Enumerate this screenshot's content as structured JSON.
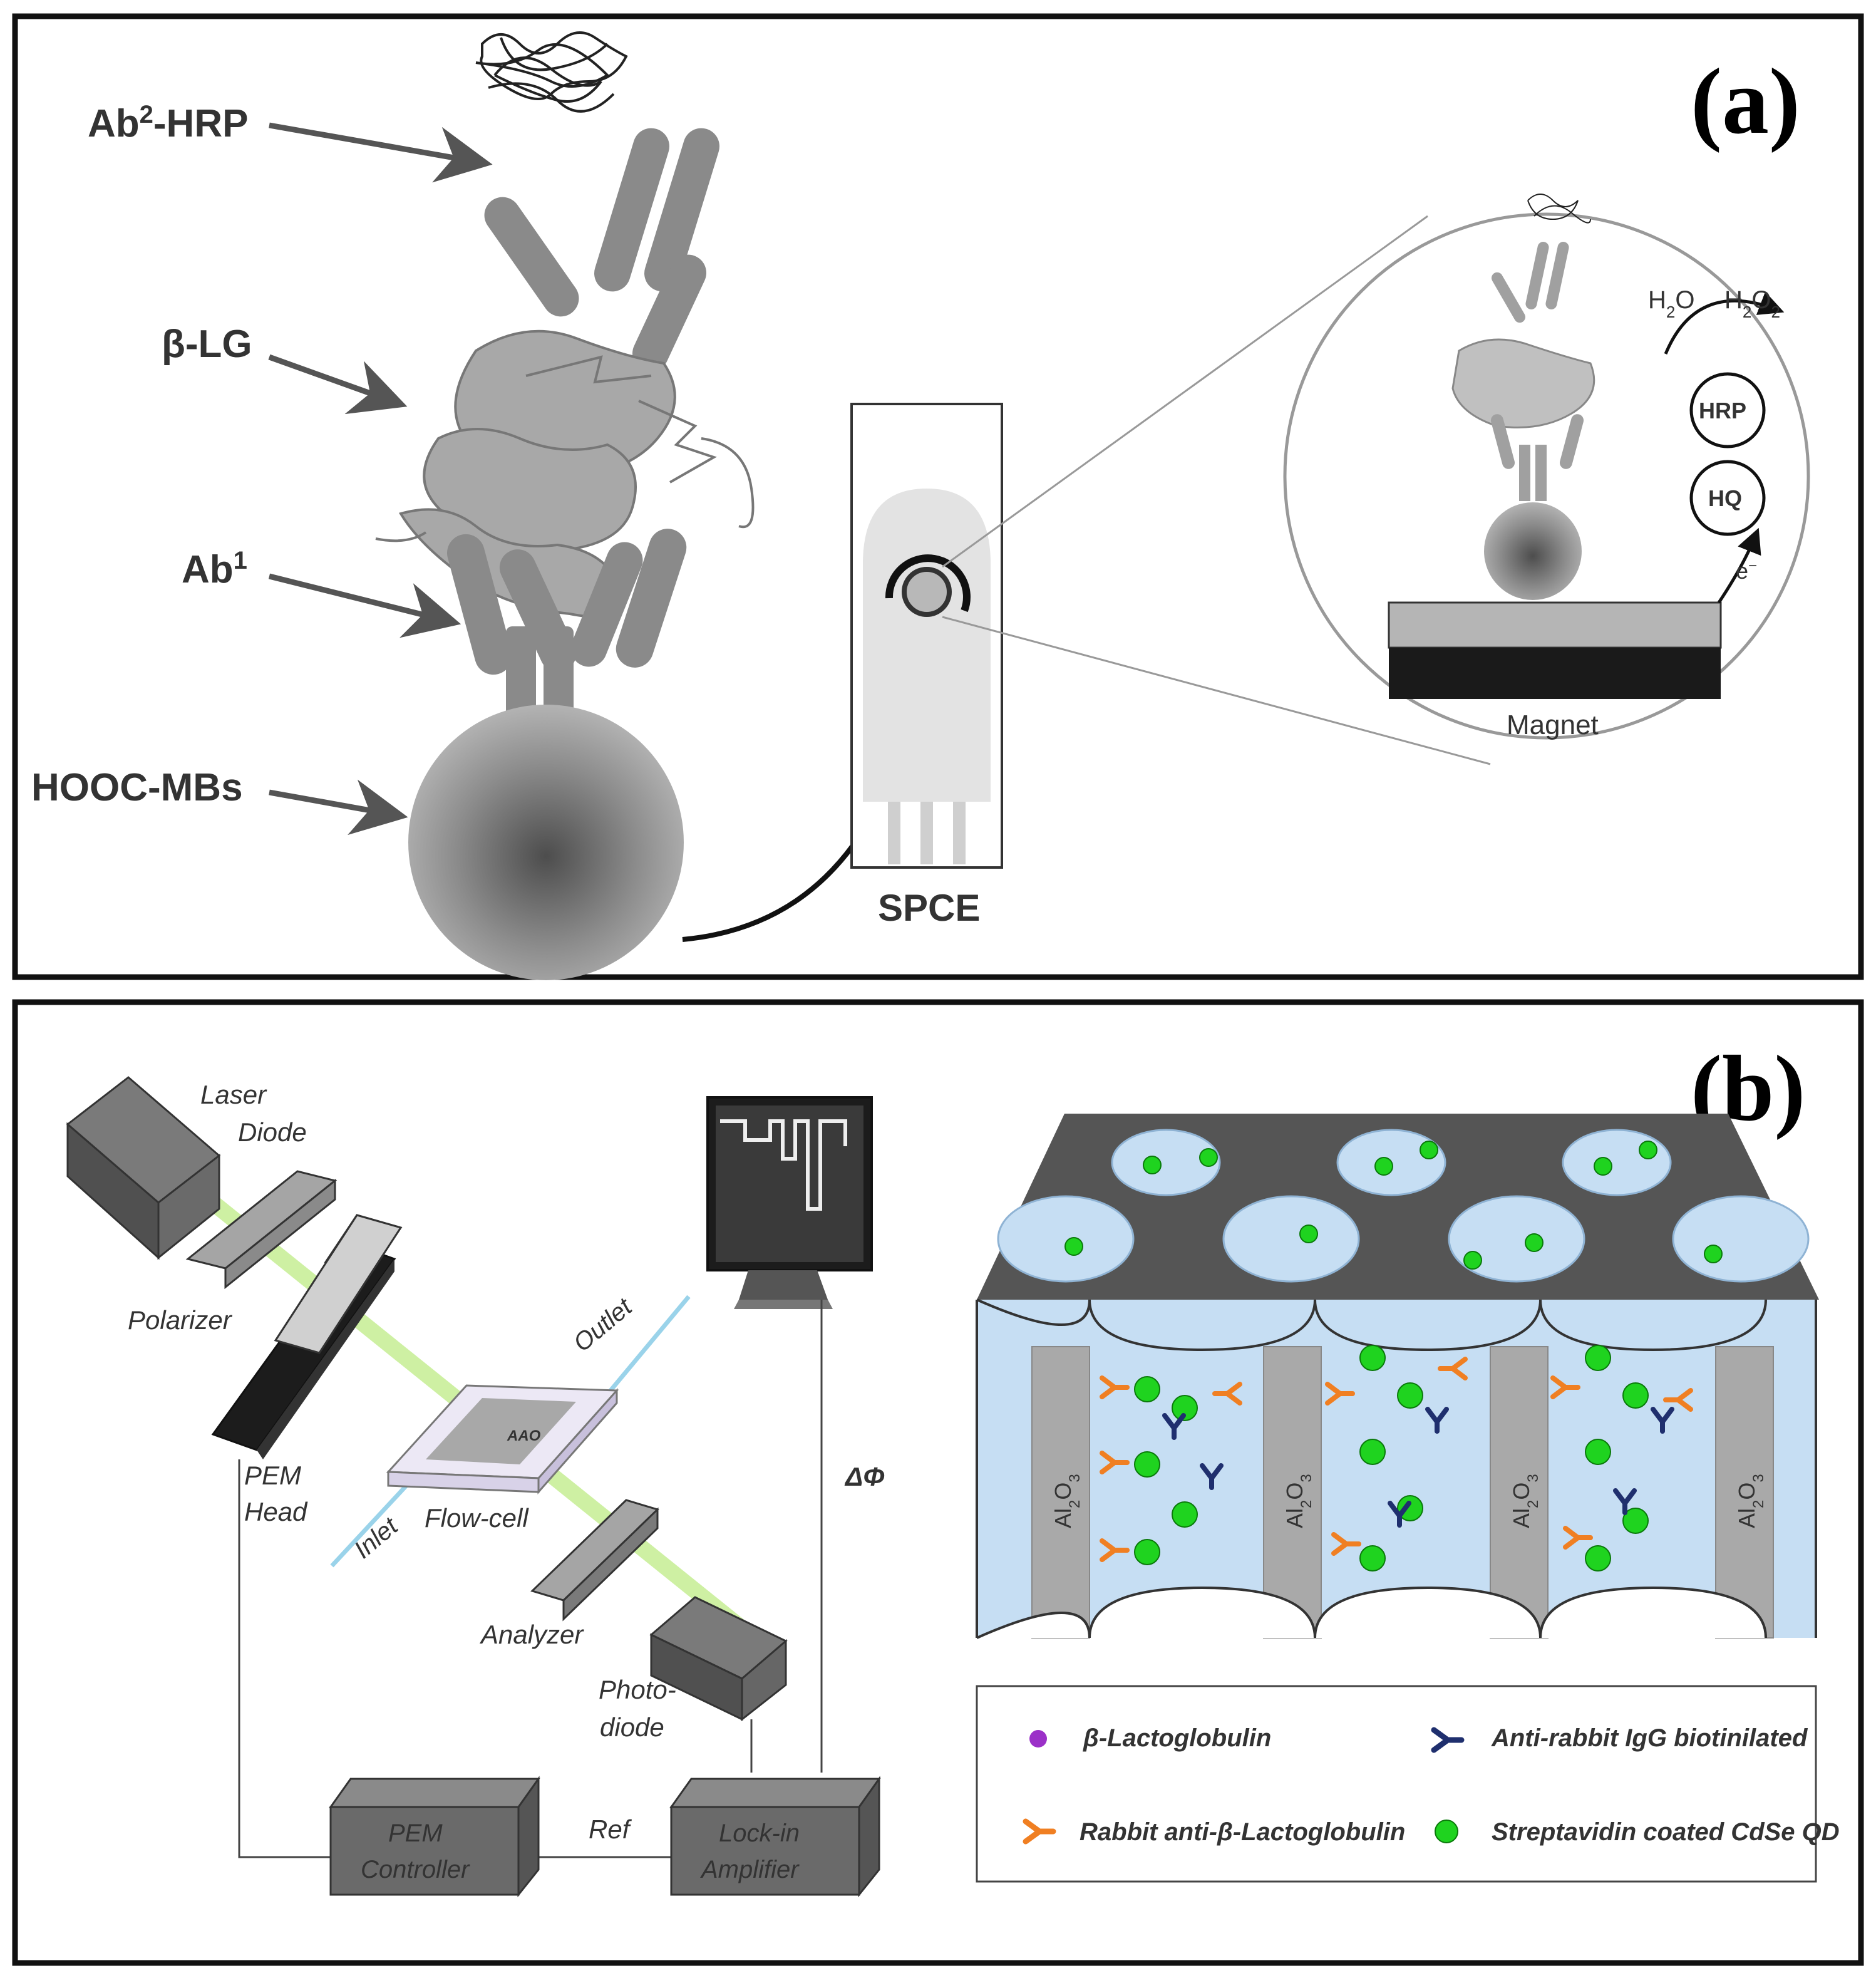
{
  "panel_a": {
    "tag": "(a)",
    "labels": {
      "ab2_hrp_main": "Ab",
      "ab2_hrp_sup": "2",
      "ab2_hrp_rest": "-HRP",
      "beta_lg": "β-LG",
      "ab1_main": "Ab",
      "ab1_sup": "1",
      "hooc_mbs": "HOOC-MBs",
      "spce": "SPCE",
      "magnet": "Magnet",
      "h2o_main": "H",
      "h2o_sub": "2",
      "h2o_rest": "O",
      "h2o2_main": "H",
      "h2o2_sub1": "2",
      "h2o2_mid": "O",
      "h2o2_sub2": "2",
      "hrp": "HRP",
      "hq": "HQ",
      "electron_main": "e",
      "electron_sup": "−"
    },
    "colors": {
      "antibody": "#8a8a8a",
      "electrode_top": "#b5b5b5",
      "magnet": "#1a1a1a"
    }
  },
  "panel_b": {
    "tag": "(b)",
    "labels": {
      "laser_line1": "Laser",
      "laser_line2": "Diode",
      "polarizer": "Polarizer",
      "pem_line1": "PEM",
      "pem_line2": "Head",
      "outlet": "Outlet",
      "inlet": "Inlet",
      "flow_cell": "Flow-cell",
      "aao": "AAO",
      "analyzer": "Analyzer",
      "photo_line1": "Photo-",
      "photo_line2": "diode",
      "delta": "ΔΦ",
      "pem_ctrl_line1": "PEM",
      "pem_ctrl_line2": "Controller",
      "ref": "Ref",
      "lockin_line1": "Lock-in",
      "lockin_line2": "Amplifier",
      "al2o3_main": "Al",
      "al2o3_sub1": "2",
      "al2o3_mid": "O",
      "al2o3_sub2": "3"
    },
    "legend": [
      {
        "label": "β-Lactoglobulin",
        "icon": "purple-dot-icon",
        "color": "#9b30c8"
      },
      {
        "label": "Anti-rabbit IgG biotinilated",
        "icon": "navy-antibody-icon",
        "color": "#1f2f6e"
      },
      {
        "label": "Rabbit anti-β-Lactoglobulin",
        "icon": "orange-antibody-icon",
        "color": "#f07f22"
      },
      {
        "label": "Streptavidin coated  CdSe QD",
        "icon": "green-dot-icon",
        "color": "#1fd31f"
      }
    ],
    "colors": {
      "membrane_top": "#555555",
      "pore_fill": "#c6def3",
      "wall": "#a9a9a9",
      "beam": "#c9ef9a"
    }
  }
}
